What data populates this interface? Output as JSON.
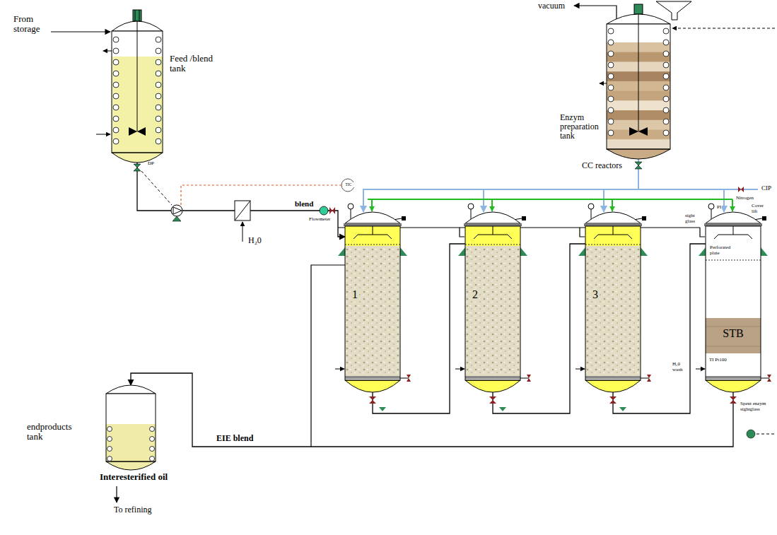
{
  "diagram": {
    "nodes": [
      {
        "text": [
          "Feed /blend tank"
        ]
      },
      {
        "text": [
          "Enzym preparation tank"
        ]
      },
      {
        "text": [
          "1"
        ]
      },
      {
        "text": [
          "2"
        ]
      },
      {
        "text": [
          "3"
        ]
      },
      {
        "text": [
          "STB"
        ]
      },
      {
        "text": [
          "endproducts tank"
        ]
      }
    ],
    "edges": [
      {
        "from": 0,
        "to": 2,
        "arrow": "to"
      },
      {
        "from": 2,
        "to": 3,
        "arrow": "none"
      },
      {
        "from": 3,
        "to": 4,
        "arrow": "none"
      },
      {
        "from": 4,
        "to": 5,
        "arrow": "none"
      },
      {
        "from": 5,
        "to": 6,
        "arrow": "to",
        "label": "EIE blend"
      },
      {
        "from": 1,
        "to": 2,
        "arrow": "to"
      },
      {
        "from": 1,
        "to": 3,
        "arrow": "to"
      },
      {
        "from": 1,
        "to": 4,
        "arrow": "to"
      },
      {
        "from": 1,
        "to": 5,
        "arrow": "to"
      }
    ],
    "labels": [
      "From storage",
      "vacuum",
      "CC reactors",
      "H₂0",
      "blend",
      "Flowmeter",
      "DP",
      "TIC",
      "CIP",
      "Nitrogen",
      "sight glass",
      "PI",
      "Cover lift",
      "Perforated plate",
      "H₂0 wash",
      "TI Pt100",
      "Spent enzym sightglass",
      "Interesterified oil",
      "To refining"
    ]
  }
}
